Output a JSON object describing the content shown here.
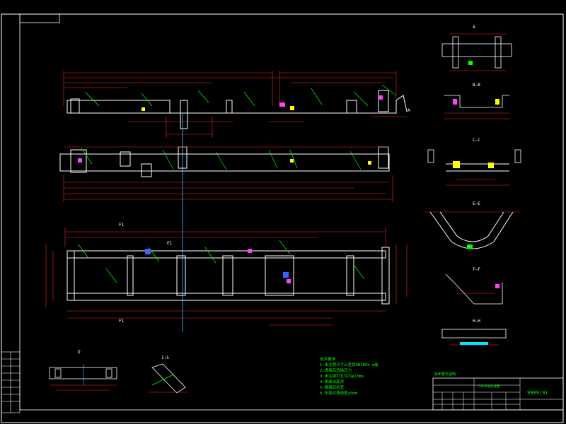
{
  "drawing": {
    "background": "#000000",
    "colors": {
      "outline": "#ffffff",
      "dimension": "#ff2020",
      "annotation": "#00ff00",
      "centerline": "#00e5ff",
      "accent_yellow": "#ffff00",
      "accent_magenta": "#ff40ff",
      "accent_blue": "#4060ff"
    }
  },
  "views": {
    "section_a": "A",
    "section_b": "B—B",
    "section_c": "C—C",
    "section_e": "E—E",
    "section_f": "F—F",
    "section_h": "H—H",
    "detail_d": "D",
    "detail_ratio": "1:5",
    "plan_mark_1": "F1",
    "plan_mark_2": "F1",
    "plan_mark_3": "E1",
    "side_mark": "A"
  },
  "notes": {
    "lines": [
      "技术要求",
      "1.未注明尺寸公差按GB1804-m级",
      "2.焊接后消除应力",
      "3.未注铆钉孔均为φ13mm",
      "4.表面涂底漆",
      "5.铆接后检查",
      "6.车架对角线差≤5mm"
    ]
  },
  "title_block": {
    "header": "技术要求说明",
    "drawing_title": "9999(9)",
    "company": "汽车车架总成图"
  }
}
